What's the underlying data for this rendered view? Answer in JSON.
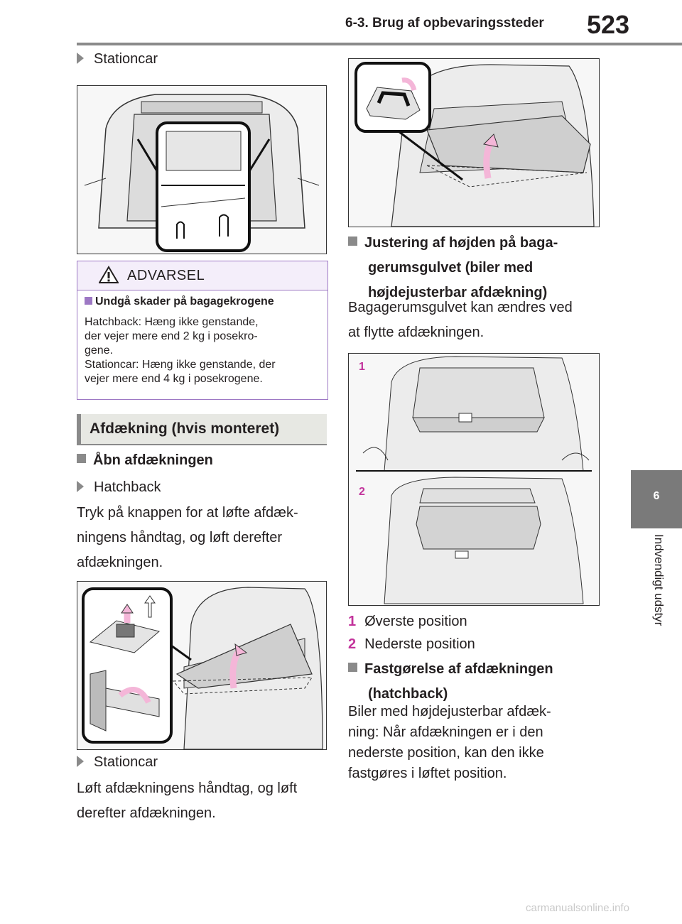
{
  "header": {
    "section": "6-3. Brug af opbevaringssteder",
    "page_number": "523"
  },
  "side_tab": {
    "number": "6",
    "label": "Indvendigt udstyr"
  },
  "left": {
    "bullet_stationcar_top": "Stationcar",
    "warning": {
      "title": "ADVARSEL",
      "subtitle": "Undgå skader på bagagekrogene",
      "lines": [
        "Hatchback: Hæng ikke genstande,",
        "der vejer mere end 2 kg i posekro-",
        "gene.",
        "Stationcar: Hæng ikke genstande, der",
        "vejer mere end 4 kg i posekrogene."
      ]
    },
    "banner": "Afdækning (hvis monteret)",
    "open_heading": "Åbn afdækningen",
    "bullet_hatchback": "Hatchback",
    "hatchback_text": [
      "Tryk på knappen for at løfte afdæk-",
      "ningens håndtag, og løft derefter",
      "afdækningen."
    ],
    "bullet_stationcar_bottom": "Stationcar",
    "stationcar_text": [
      "Løft afdækningens håndtag, og løft",
      "derefter afdækningen."
    ]
  },
  "right": {
    "height_heading": [
      "Justering af højden på baga-",
      "gerumsgulvet (biler med",
      "højdejusterbar afdækning)"
    ],
    "height_text": [
      "Bagagerumsgulvet kan ændres ved",
      "at flytte afdækningen."
    ],
    "figure_labels": [
      "1",
      "2"
    ],
    "positions": [
      {
        "num": "1",
        "label": "Øverste position"
      },
      {
        "num": "2",
        "label": "Nederste position"
      }
    ],
    "fasten_heading": [
      "Fastgørelse af afdækningen",
      "(hatchback)"
    ],
    "fasten_text": [
      "Biler med højdejusterbar afdæk-",
      "ning: Når afdækningen er i den",
      "nederste position, kan den ikke",
      "fastgøres i løftet position."
    ]
  },
  "footer": "carmanualsonline.info",
  "colors": {
    "accent_gray": "#8a8a8a",
    "warning_purple": "#9d78c4",
    "number_pink": "#c2339b",
    "arrow_pink": "#f4b6d8"
  }
}
